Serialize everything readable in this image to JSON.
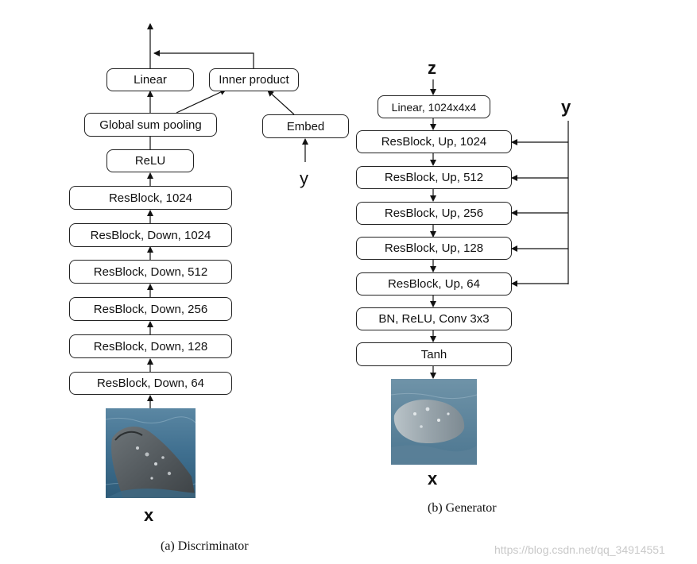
{
  "discriminator": {
    "blocks": {
      "linear": "Linear",
      "inner_product": "Inner product",
      "global_sum_pooling": "Global sum pooling",
      "embed": "Embed",
      "relu": "ReLU",
      "resblock_1024": "ResBlock, 1024",
      "down_1024": "ResBlock, Down, 1024",
      "down_512": "ResBlock, Down, 512",
      "down_256": "ResBlock, Down, 256",
      "down_128": "ResBlock, Down, 128",
      "down_64": "ResBlock, Down, 64"
    },
    "input_x": "x",
    "label_y": "y",
    "caption": "(a) Discriminator"
  },
  "generator": {
    "input_z": "z",
    "label_y": "y",
    "blocks": {
      "linear": "Linear, 1024x4x4",
      "up_1024": "ResBlock, Up, 1024",
      "up_512": "ResBlock, Up, 512",
      "up_256": "ResBlock, Up, 256",
      "up_128": "ResBlock, Up, 128",
      "up_64": "ResBlock, Up, 64",
      "bn_relu_conv": "BN, ReLU, Conv 3x3",
      "tanh": "Tanh"
    },
    "output_x": "x",
    "caption": "(b) Generator"
  },
  "watermark": "https://blog.csdn.net/qq_34914551"
}
